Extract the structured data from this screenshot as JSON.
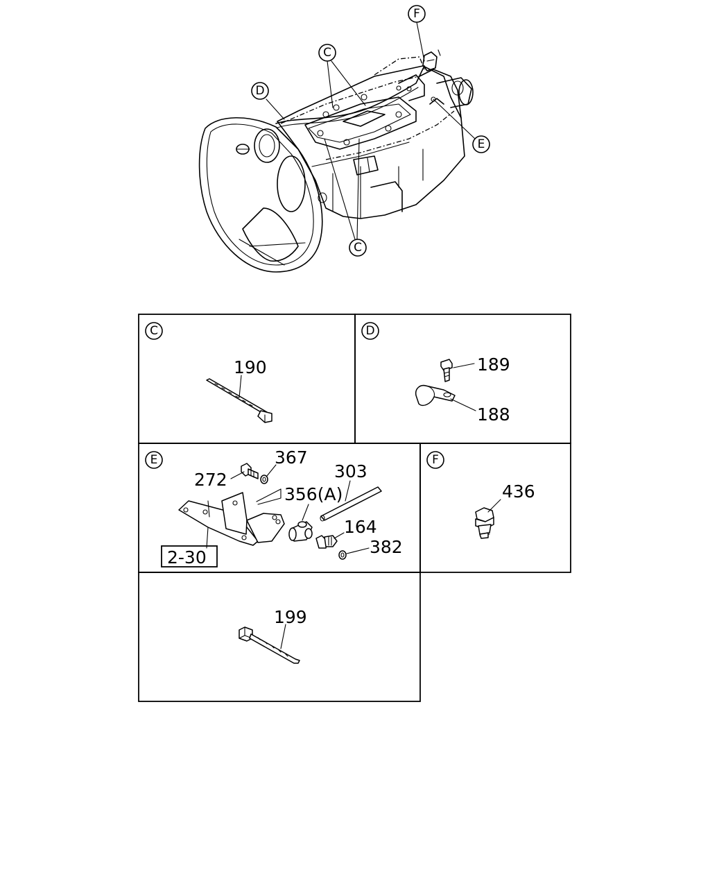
{
  "callouts": {
    "top_F": "F",
    "top_C1": "C",
    "top_D": "D",
    "top_E": "E",
    "top_C2": "C"
  },
  "panels": {
    "C": {
      "letter": "C",
      "parts": [
        "190"
      ]
    },
    "D": {
      "letter": "D",
      "parts": [
        "189",
        "188"
      ]
    },
    "E": {
      "letter": "E",
      "parts": [
        "367",
        "303",
        "272",
        "356(A)",
        "164",
        "382"
      ],
      "ref_box": "2-30"
    },
    "F": {
      "letter": "F",
      "parts": [
        "436"
      ]
    },
    "bottom": {
      "parts": [
        "199"
      ]
    }
  }
}
